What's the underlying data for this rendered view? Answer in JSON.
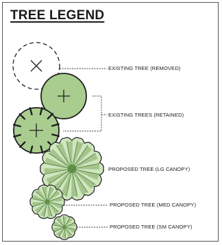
{
  "legend": {
    "title": "TREE LEGEND",
    "items": [
      {
        "label": "EXISTING TREE (REMOVED)"
      },
      {
        "label": "EXISTING TREES (RETAINED)"
      },
      {
        "label": "PROPOSED TREE (LG CANOPY)"
      },
      {
        "label": "PROPOSED TREE (MED CANOPY)"
      },
      {
        "label": "PROPOSED TREE (SM CANOPY)"
      }
    ]
  },
  "colors": {
    "retained_fill": "#a9cc8f",
    "proposed_fill_light": "#cfe6bf",
    "proposed_fill_dark": "#7faa63",
    "outline": "#1e1e1e",
    "leader": "#333333"
  }
}
